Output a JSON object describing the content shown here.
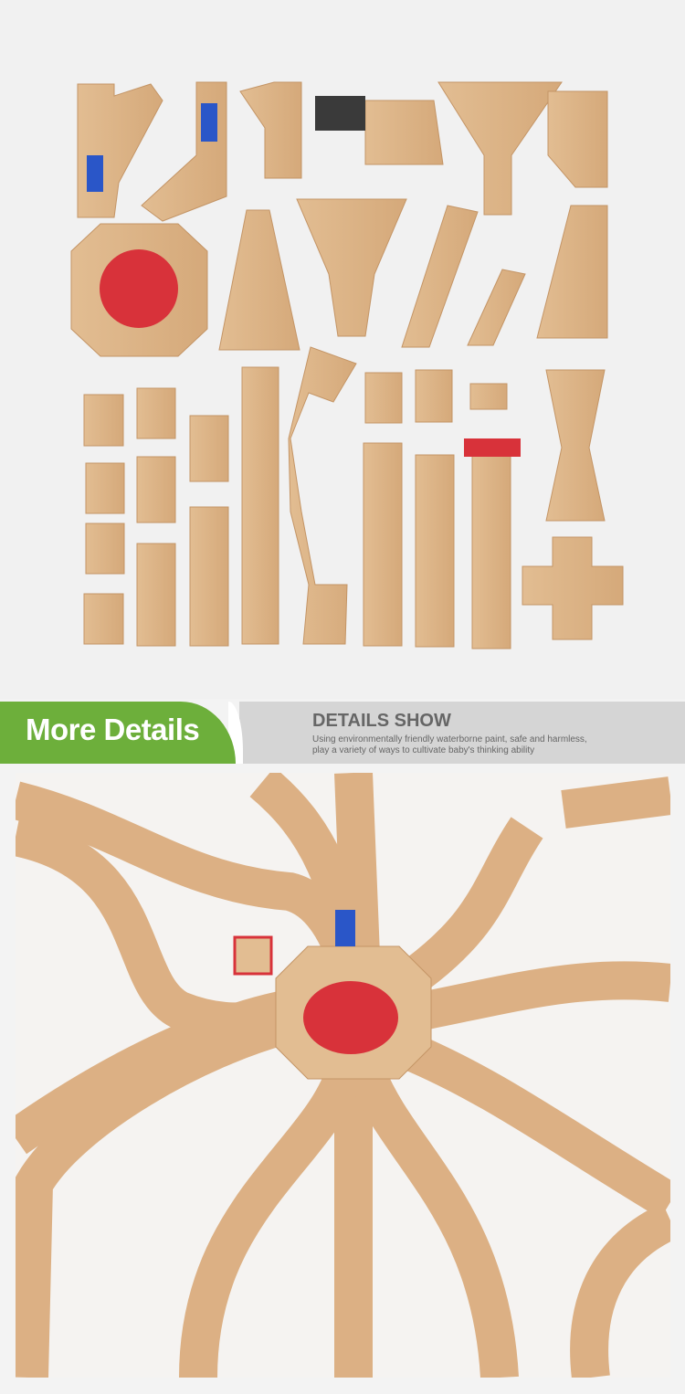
{
  "banner": {
    "label": "More Details",
    "title": "DETAILS SHOW",
    "subtitle_line1": "Using environmentally friendly waterborne paint, safe and harmless,",
    "subtitle_line2": "play a variety of ways to cultivate baby's thinking ability"
  },
  "colors": {
    "wood": "#dcb487",
    "wood_dark": "#c99b6a",
    "red": "#d8323a",
    "blue": "#2a56c8",
    "green": "#6daf3b",
    "gray": "#d5d5d5"
  }
}
